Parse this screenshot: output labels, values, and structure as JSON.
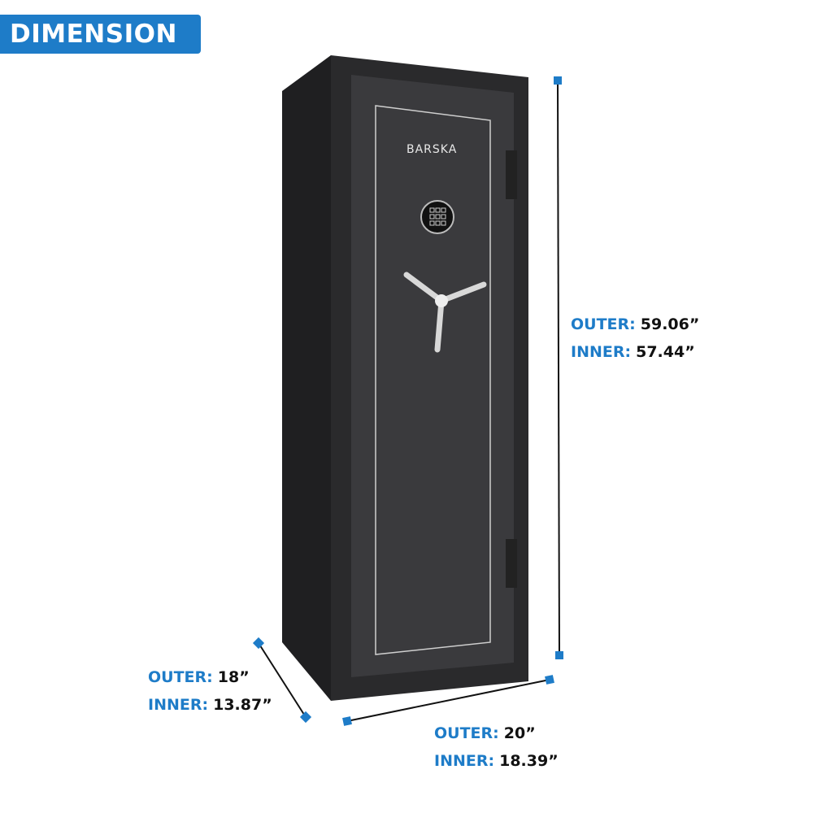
{
  "title": "DIMENSION",
  "brand": "BARSKA",
  "height": {
    "outer_label": "OUTER:",
    "outer_value": "59.06”",
    "inner_label": "INNER:",
    "inner_value": "57.44”"
  },
  "depth": {
    "outer_label": "OUTER:",
    "outer_value": "18”",
    "inner_label": "INNER:",
    "inner_value": "13.87”"
  },
  "width": {
    "outer_label": "OUTER:",
    "outer_value": "20”",
    "inner_label": "INNER:",
    "inner_value": "18.39”"
  },
  "colors": {
    "accent": "#1e7cc8",
    "safe_body": "#2b2b2d",
    "door": "#38383b"
  }
}
